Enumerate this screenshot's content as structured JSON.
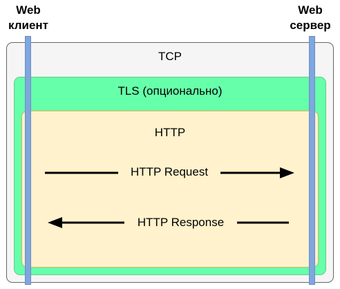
{
  "endpoints": {
    "client": {
      "line1": "Web",
      "line2": "клиент"
    },
    "server": {
      "line1": "Web",
      "line2": "сервер"
    }
  },
  "layers": {
    "tcp": "TCP",
    "tls": "TLS (опционально)",
    "http": "HTTP"
  },
  "messages": {
    "request": {
      "label": "HTTP Request",
      "direction": "client-to-server"
    },
    "response": {
      "label": "HTTP Response",
      "direction": "server-to-client"
    }
  },
  "colors": {
    "tcp_fill": "#f5f5f5",
    "tls_fill": "#66ffaa",
    "http_fill": "#fff2cc",
    "lifeline_fill": "#7ea6e0",
    "arrow": "#000000"
  }
}
